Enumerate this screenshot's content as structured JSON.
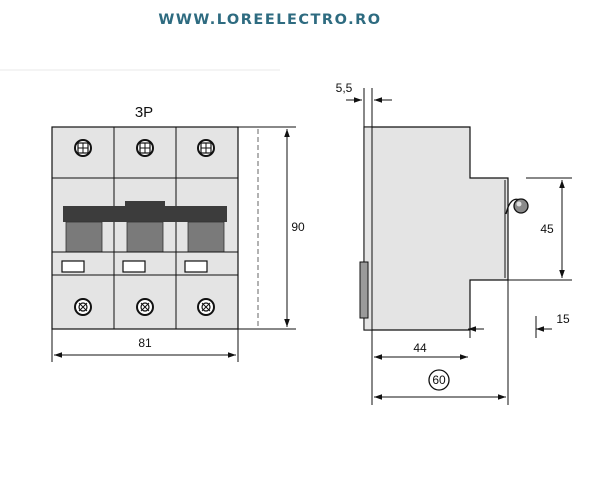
{
  "header": {
    "website": "WWW.LOREELECTRO.RO"
  },
  "front_view": {
    "pole_label": "3P",
    "width_label": "81",
    "height_label": "90"
  },
  "side_view": {
    "top_offset_label": "5,5",
    "front_height_label": "45",
    "front_depth_label": "15",
    "rail_depth_label": "44",
    "total_depth_label": "60"
  },
  "colors": {
    "header_text": "#2e6b80",
    "body_fill": "#e4e4e4",
    "toggle_dark": "#3c3c3c",
    "toggle_mid": "#7a7a7a",
    "outline": "#111111"
  }
}
